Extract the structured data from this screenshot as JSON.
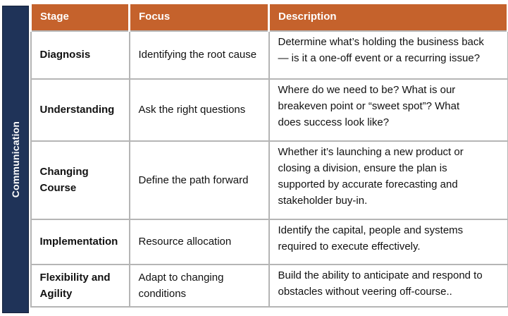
{
  "side_label": "Communication",
  "headers": [
    "Stage",
    "Focus",
    "Description"
  ],
  "rows": [
    {
      "stage": "Diagnosis",
      "focus": "Identifying the root cause",
      "description": [
        "Determine what’s holding the business back",
        "— is it a one-off event or a recurring issue?"
      ]
    },
    {
      "stage": "Understanding",
      "focus": "Ask the right questions",
      "description": [
        "Where do we need to be? What is our",
        "breakeven point or “sweet spot”? What",
        "does success look like?"
      ]
    },
    {
      "stage": [
        "Changing",
        "Course"
      ],
      "focus": "Define the path forward",
      "description": [
        "Whether it’s launching a new product or",
        "closing a division, ensure the plan is",
        "supported by accurate forecasting and",
        "stakeholder buy-in."
      ]
    },
    {
      "stage": "Implementation",
      "focus": "Resource allocation",
      "description": [
        "Identify the capital, people and systems",
        "required to execute effectively."
      ]
    },
    {
      "stage": [
        "Flexibility and",
        "Agility"
      ],
      "focus": [
        "Adapt to changing",
        "conditions"
      ],
      "description": [
        "Build the ability to anticipate and respond to",
        "obstacles without veering off-course.."
      ]
    }
  ]
}
